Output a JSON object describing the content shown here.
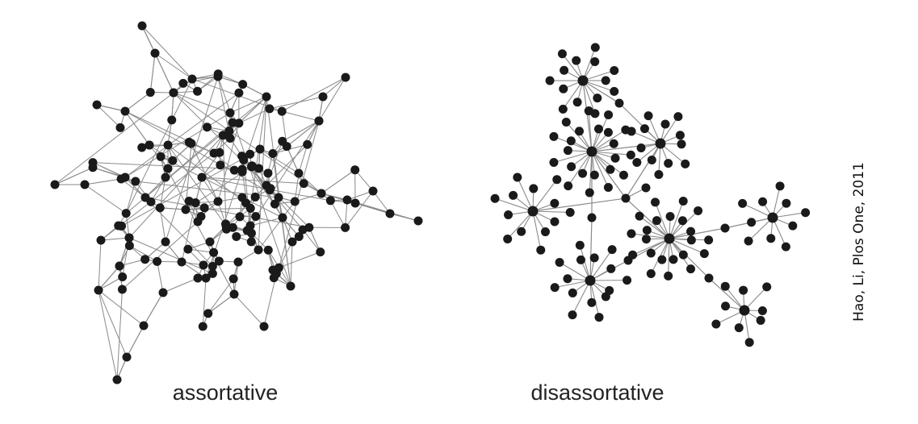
{
  "captions": {
    "assortative": "assortative",
    "disassortative": "disassortative"
  },
  "citation": "Hao, Li, Plos One, 2011",
  "colors": {
    "node": "#1a1a1a",
    "edge": "#8a8a8a",
    "background": "#ffffff"
  }
}
